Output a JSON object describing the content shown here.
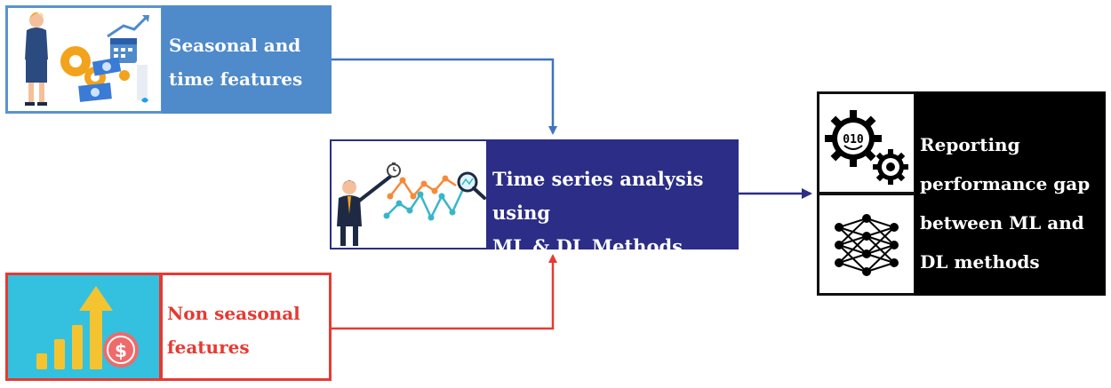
{
  "seasonal": {
    "lines": [
      "Seasonal and",
      "time features"
    ]
  },
  "non_seasonal": {
    "lines": [
      "Non seasonal",
      "features"
    ]
  },
  "analysis": {
    "lines": [
      "Time series analysis using",
      "ML & DL Methods"
    ]
  },
  "output": {
    "lines": [
      "Reporting",
      "performance gap",
      "between ML and",
      "DL methods"
    ]
  },
  "colors": {
    "seasonal_blue": "#4f8acb",
    "non_seasonal_red": "#e63a32",
    "analysis_navy": "#2b2d86",
    "output_black": "#000000"
  },
  "icons": {
    "seasonal": "businesswoman-gears-calendar-money-icon",
    "non_seasonal": "growth-bars-dollar-icon",
    "analysis": "presenter-line-chart-magnifier-icon",
    "output_top": "gears-binary-icon",
    "output_bottom": "neural-network-icon"
  }
}
